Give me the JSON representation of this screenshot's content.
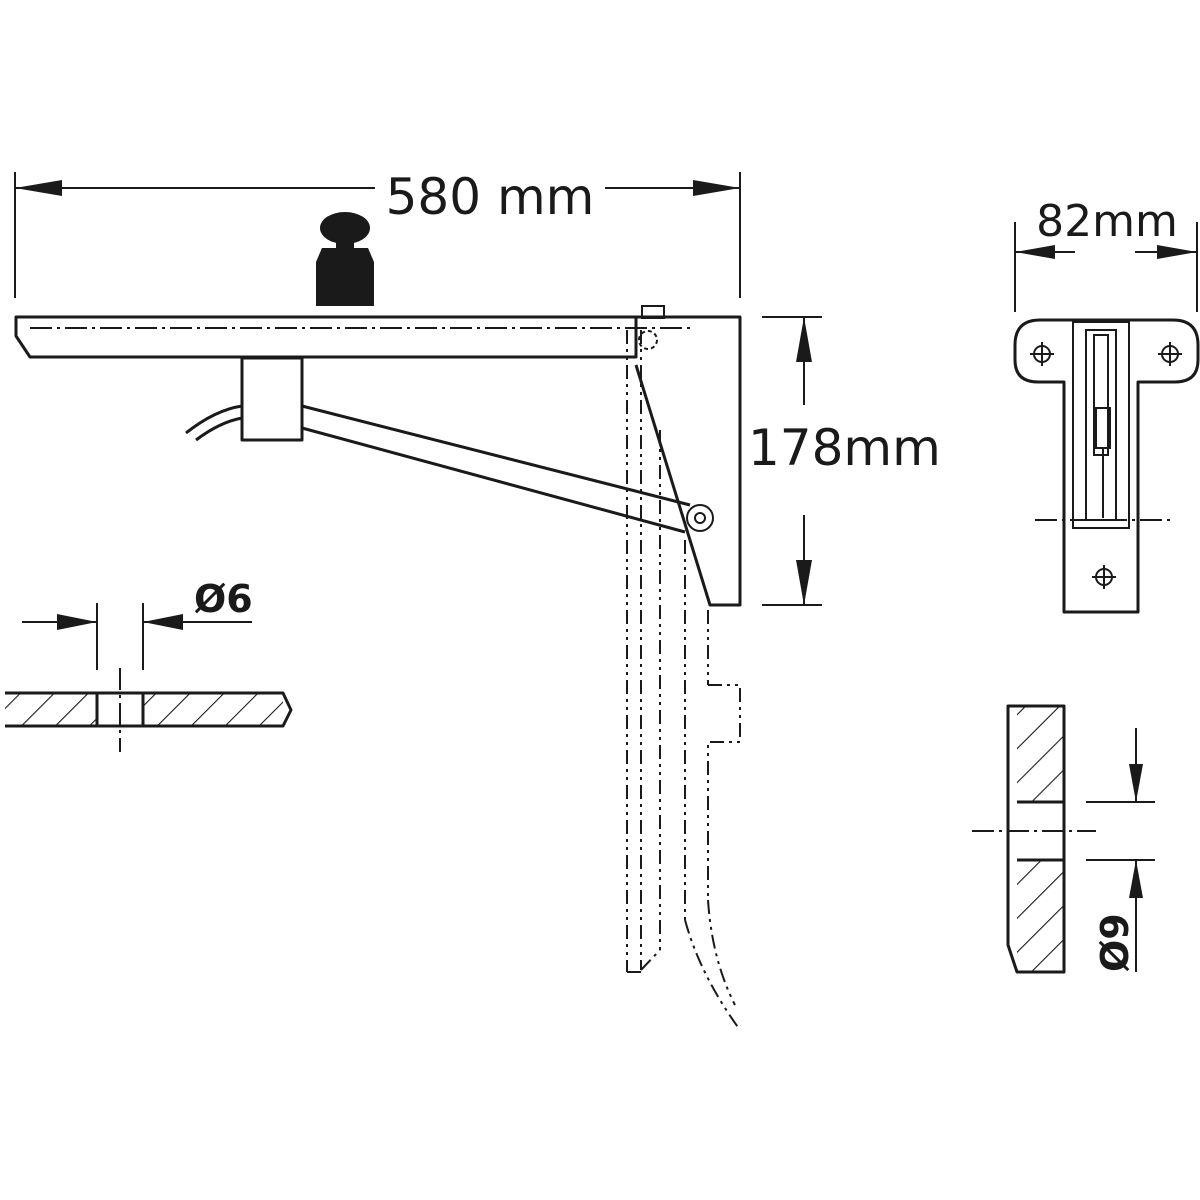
{
  "dimensions": {
    "width_label": "580 mm",
    "height_label": "178mm",
    "plate_width_label": "82mm",
    "hole_small_label": "Ø6",
    "hole_large_label": "Ø9"
  }
}
